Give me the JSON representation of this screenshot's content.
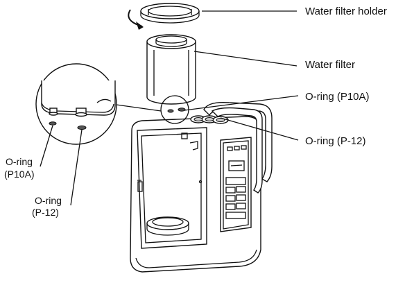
{
  "labels": {
    "filter_holder": "Water filter holder",
    "filter": "Water filter",
    "oring_p10a_right": "O-ring (P10A)",
    "oring_p12_right": "O-ring (P-12)",
    "oring_left_1": "O-ring",
    "p10a_left": "(P10A)",
    "oring_left_2": "O-ring",
    "p12_left": "(P-12)"
  }
}
